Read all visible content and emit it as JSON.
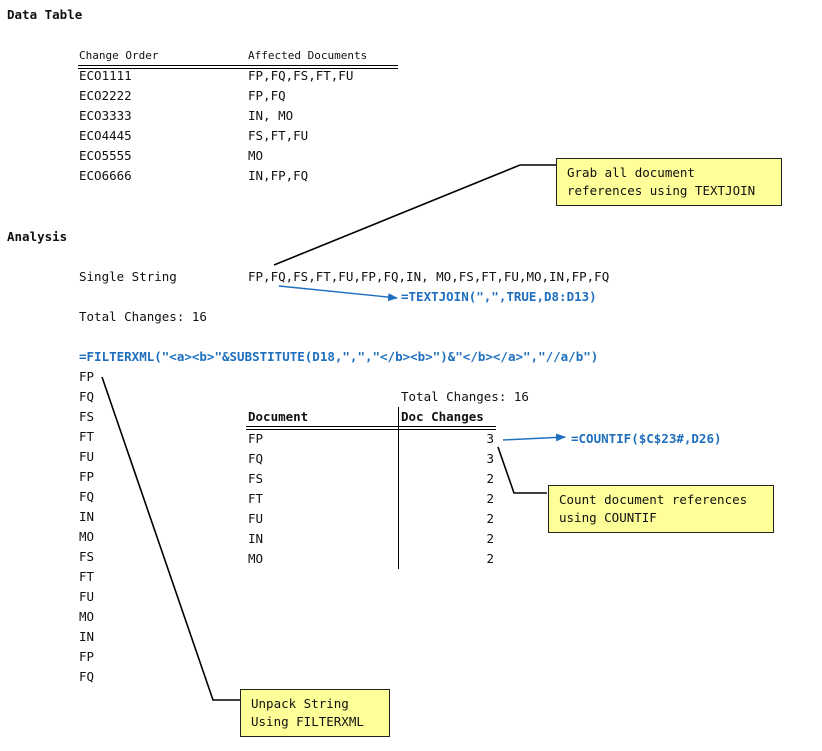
{
  "data_table": {
    "title": "Data Table",
    "headers": {
      "change_order": "Change Order",
      "affected": "Affected Documents"
    },
    "rows": [
      {
        "eco": "ECO1111",
        "docs": "FP,FQ,FS,FT,FU"
      },
      {
        "eco": "ECO2222",
        "docs": "FP,FQ"
      },
      {
        "eco": "ECO3333",
        "docs": "IN, MO"
      },
      {
        "eco": "ECO4445",
        "docs": "FS,FT,FU"
      },
      {
        "eco": "ECO5555",
        "docs": "MO"
      },
      {
        "eco": "ECO6666",
        "docs": "IN,FP,FQ"
      }
    ]
  },
  "analysis": {
    "title": "Analysis",
    "single_string_label": "Single String",
    "single_string_value": "FP,FQ,FS,FT,FU,FP,FQ,IN, MO,FS,FT,FU,MO,IN,FP,FQ",
    "textjoin_formula": "=TEXTJOIN(\",\",TRUE,D8:D13)",
    "total_changes": "Total Changes: 16",
    "filterxml_formula": "=FILTERXML(\"<a><b>\"&SUBSTITUTE(D18,\",\",\"</b><b>\")&\"</b></a>\",\"//a/b\")",
    "unpacked": [
      "FP",
      "FQ",
      "FS",
      "FT",
      "FU",
      "FP",
      "FQ",
      "IN",
      "MO",
      "FS",
      "FT",
      "FU",
      "MO",
      "IN",
      "FP",
      "FQ"
    ],
    "count_table": {
      "total_changes": "Total Changes: 16",
      "headers": {
        "document": "Document",
        "changes": "Doc Changes"
      },
      "rows": [
        {
          "doc": "FP",
          "count": "3"
        },
        {
          "doc": "FQ",
          "count": "3"
        },
        {
          "doc": "FS",
          "count": "2"
        },
        {
          "doc": "FT",
          "count": "2"
        },
        {
          "doc": "FU",
          "count": "2"
        },
        {
          "doc": "IN",
          "count": "2"
        },
        {
          "doc": "MO",
          "count": "2"
        }
      ]
    },
    "countif_formula": "=COUNTIF($C$23#,D26)"
  },
  "callouts": {
    "textjoin": [
      "Grab all document",
      "references using TEXTJOIN"
    ],
    "countif": [
      "Count document references",
      "using COUNTIF"
    ],
    "filterxml": [
      "Unpack String",
      "Using FILTERXML"
    ]
  },
  "colors": {
    "formula_blue": "#1f6fbf",
    "callout_yellow": "#ffff99"
  }
}
